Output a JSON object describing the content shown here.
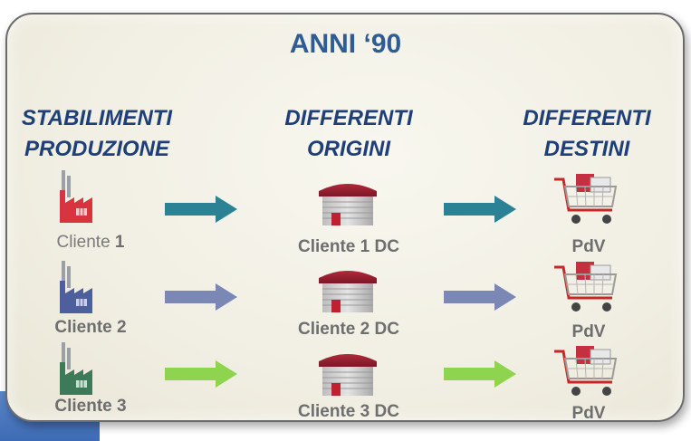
{
  "title": "ANNI ‘90",
  "columns": {
    "sources": {
      "line1": "STABILIMENTI",
      "line2": "PRODUZIONE"
    },
    "origins": {
      "line1": "DIFFERENTI",
      "line2": "ORIGINI"
    },
    "destinations": {
      "line1": "DIFFERENTI",
      "line2": "DESTINI"
    }
  },
  "rows": [
    {
      "factory_label_prefix": "Cliente ",
      "factory_label_num": "1",
      "warehouse_label": "Cliente 1 DC",
      "store_label": "PdV",
      "factory_color": "#d8343f",
      "arrow_color": "#2c8295"
    },
    {
      "factory_label": "Cliente 2",
      "warehouse_label": "Cliente 2 DC",
      "store_label": "PdV",
      "factory_color": "#4d5f9d",
      "arrow_color": "#7b87b5"
    },
    {
      "factory_label": "Cliente 3",
      "warehouse_label": "Cliente 3 DC",
      "store_label": "PdV",
      "factory_color": "#3d7a5a",
      "arrow_color": "#8fd44f"
    }
  ],
  "icons": {
    "factory": "factory-icon",
    "warehouse": "warehouse-icon",
    "store": "shopping-cart-icon",
    "arrow": "arrow-right-icon"
  }
}
